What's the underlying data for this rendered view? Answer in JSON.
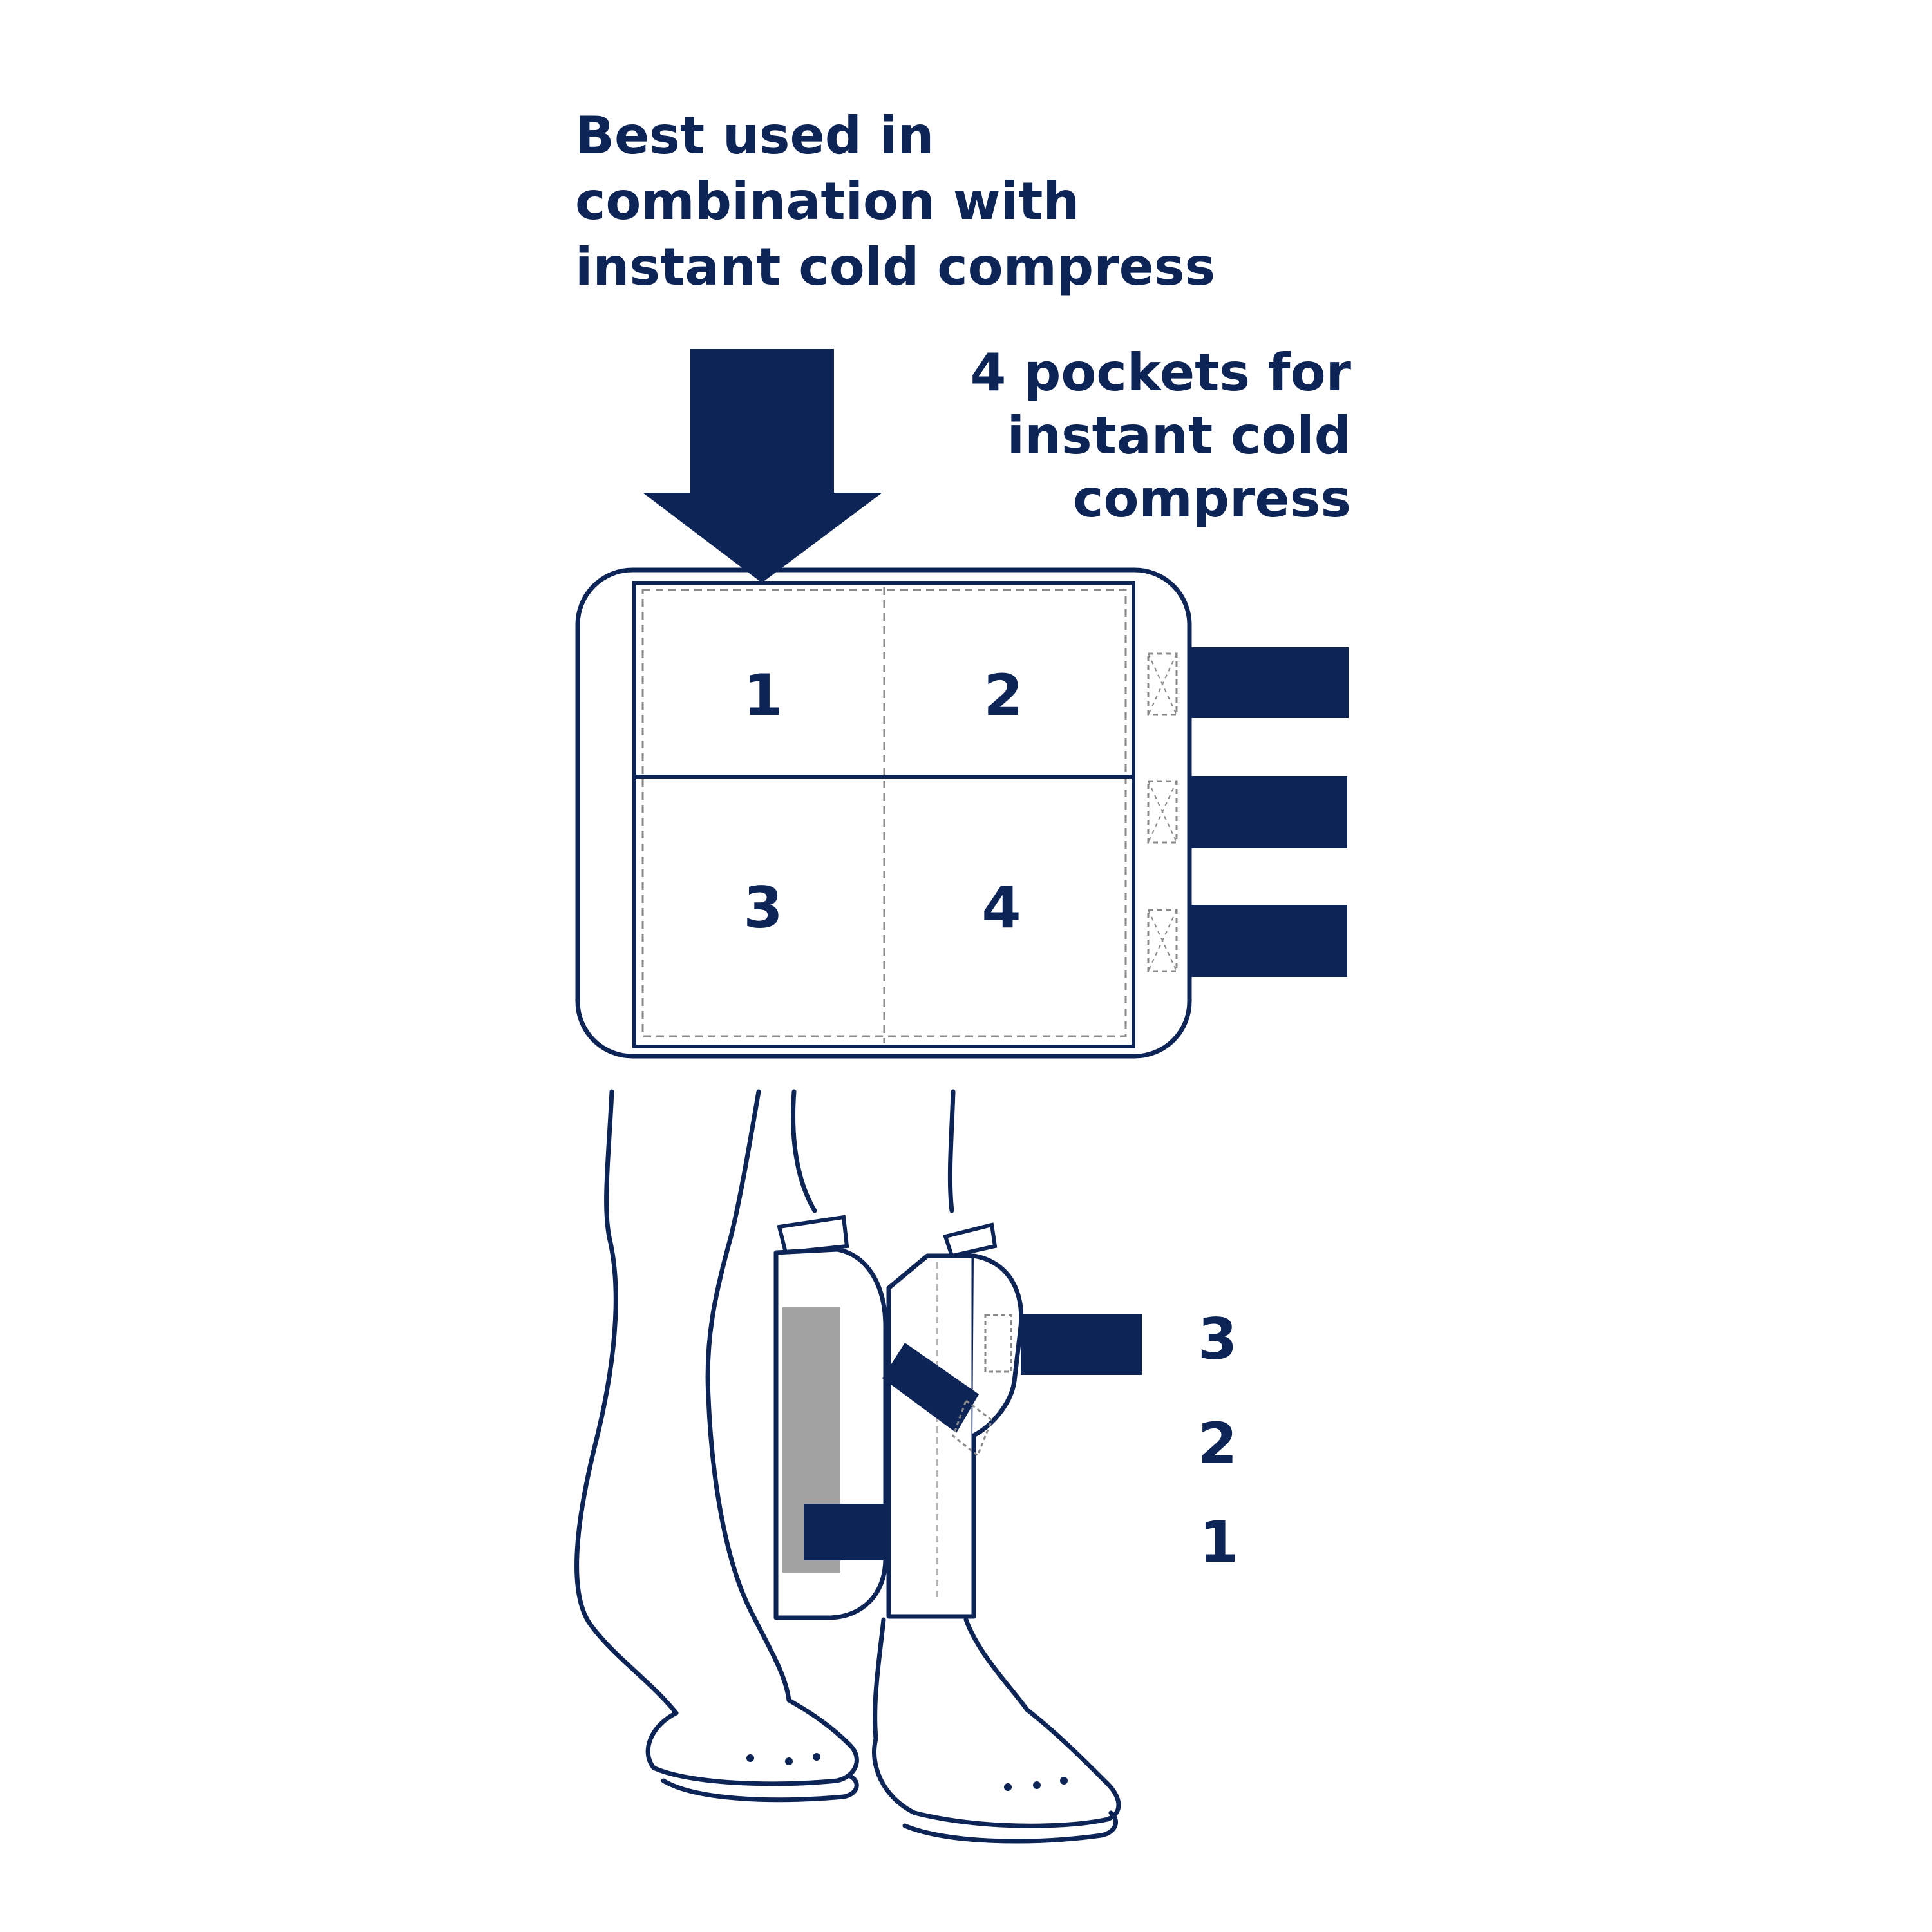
{
  "headline": {
    "line1": "Best used in",
    "line2": "combination with",
    "line3": "instant cold compress"
  },
  "pockets_note": {
    "line1": "4 pockets for",
    "line2": "instant cold",
    "line3": "compress"
  },
  "pocket_numbers": [
    "1",
    "2",
    "3",
    "4"
  ],
  "strap_numbers": [
    "3",
    "2",
    "1"
  ],
  "colors": {
    "navy": "#0d2457",
    "gray_pad": "#a3a3a3",
    "background": "#ffffff"
  }
}
